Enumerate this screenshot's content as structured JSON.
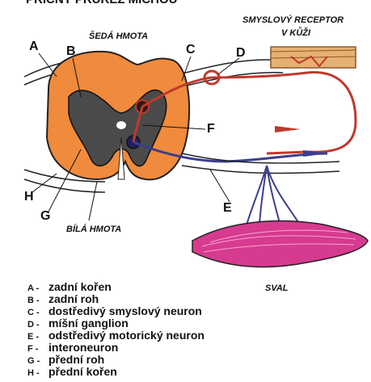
{
  "title": "PŘÍČNÝ PRŮŘEZ MÍCHOU",
  "labels": {
    "A": "A",
    "B": "B",
    "C": "C",
    "D": "D",
    "E": "E",
    "F": "F",
    "G": "G",
    "H": "H",
    "seda_hmota": "ŠEDÁ HMOTA",
    "bila_hmota": "BÍLÁ HMOTA",
    "receptor_line1": "SMYSLOVÝ RECEPTOR",
    "receptor_line2": "V KŮŽI",
    "sval": "SVAL"
  },
  "legend": [
    {
      "key": "A -",
      "text": "zadní kořen"
    },
    {
      "key": "B -",
      "text": "zadní roh"
    },
    {
      "key": "C -",
      "text": "dostředivý smyslový neuron"
    },
    {
      "key": "D -",
      "text": "míšní ganglion"
    },
    {
      "key": "E -",
      "text": "odstředivý motorický neuron"
    },
    {
      "key": "F -",
      "text": "interoneuron"
    },
    {
      "key": "G -",
      "text": "přední roh"
    },
    {
      "key": "H -",
      "text": "přední kořen"
    }
  ],
  "colors": {
    "white_matter": "#f08a3c",
    "gray_matter": "#4a4a4a",
    "sensory_neuron": "#c0392b",
    "motor_neuron": "#3b3f8f",
    "muscle": "#d63b8f",
    "skin": "#e8b070"
  }
}
